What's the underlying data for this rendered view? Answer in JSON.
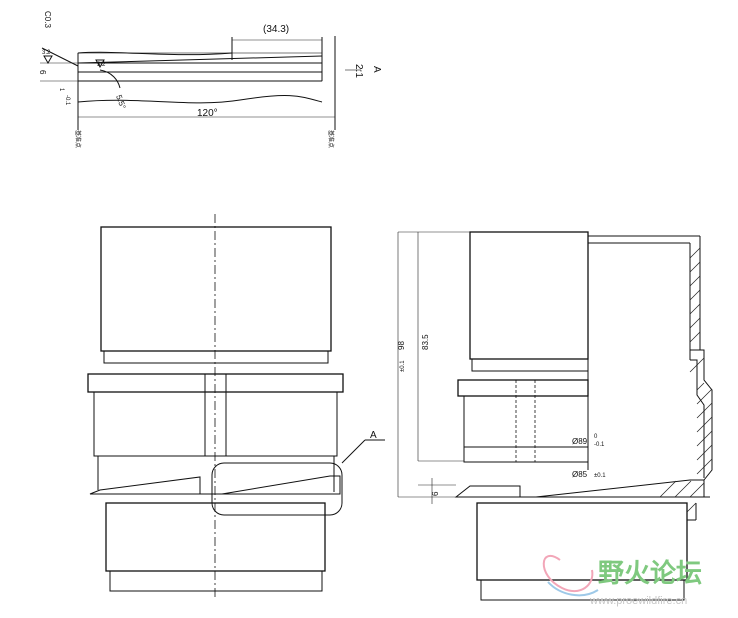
{
  "detail": {
    "chamfer": "C0.3",
    "roughness_a": "3.2",
    "roughness_b": "3.2",
    "height": "6",
    "tolerance": "1",
    "tolerance_sub": "-0.1",
    "angle": "5.5°",
    "top_length": "(34.3)",
    "length": "120°",
    "view_label": "A",
    "scale": "2:1",
    "datum_left": "基准点",
    "datum_right": "基准点"
  },
  "front_view": {
    "section_label": "A"
  },
  "side_view": {
    "dim_total": "98",
    "dim_total_tol": "±0.1",
    "dim_height": "83.5",
    "dim_dia1": "Ø89",
    "dim_dia1_tol_upper": "0",
    "dim_dia1_tol_lower": "-0.1",
    "dim_dia2": "Ø85",
    "dim_dia2_tol": "±0.1",
    "dim_base": "6"
  },
  "watermark": {
    "text": "野火论坛",
    "url": "www.proewildfire.cn",
    "colors": {
      "green": "#7fc97f",
      "pink": "#f2a6b8",
      "blue": "#9ec9e8"
    }
  }
}
